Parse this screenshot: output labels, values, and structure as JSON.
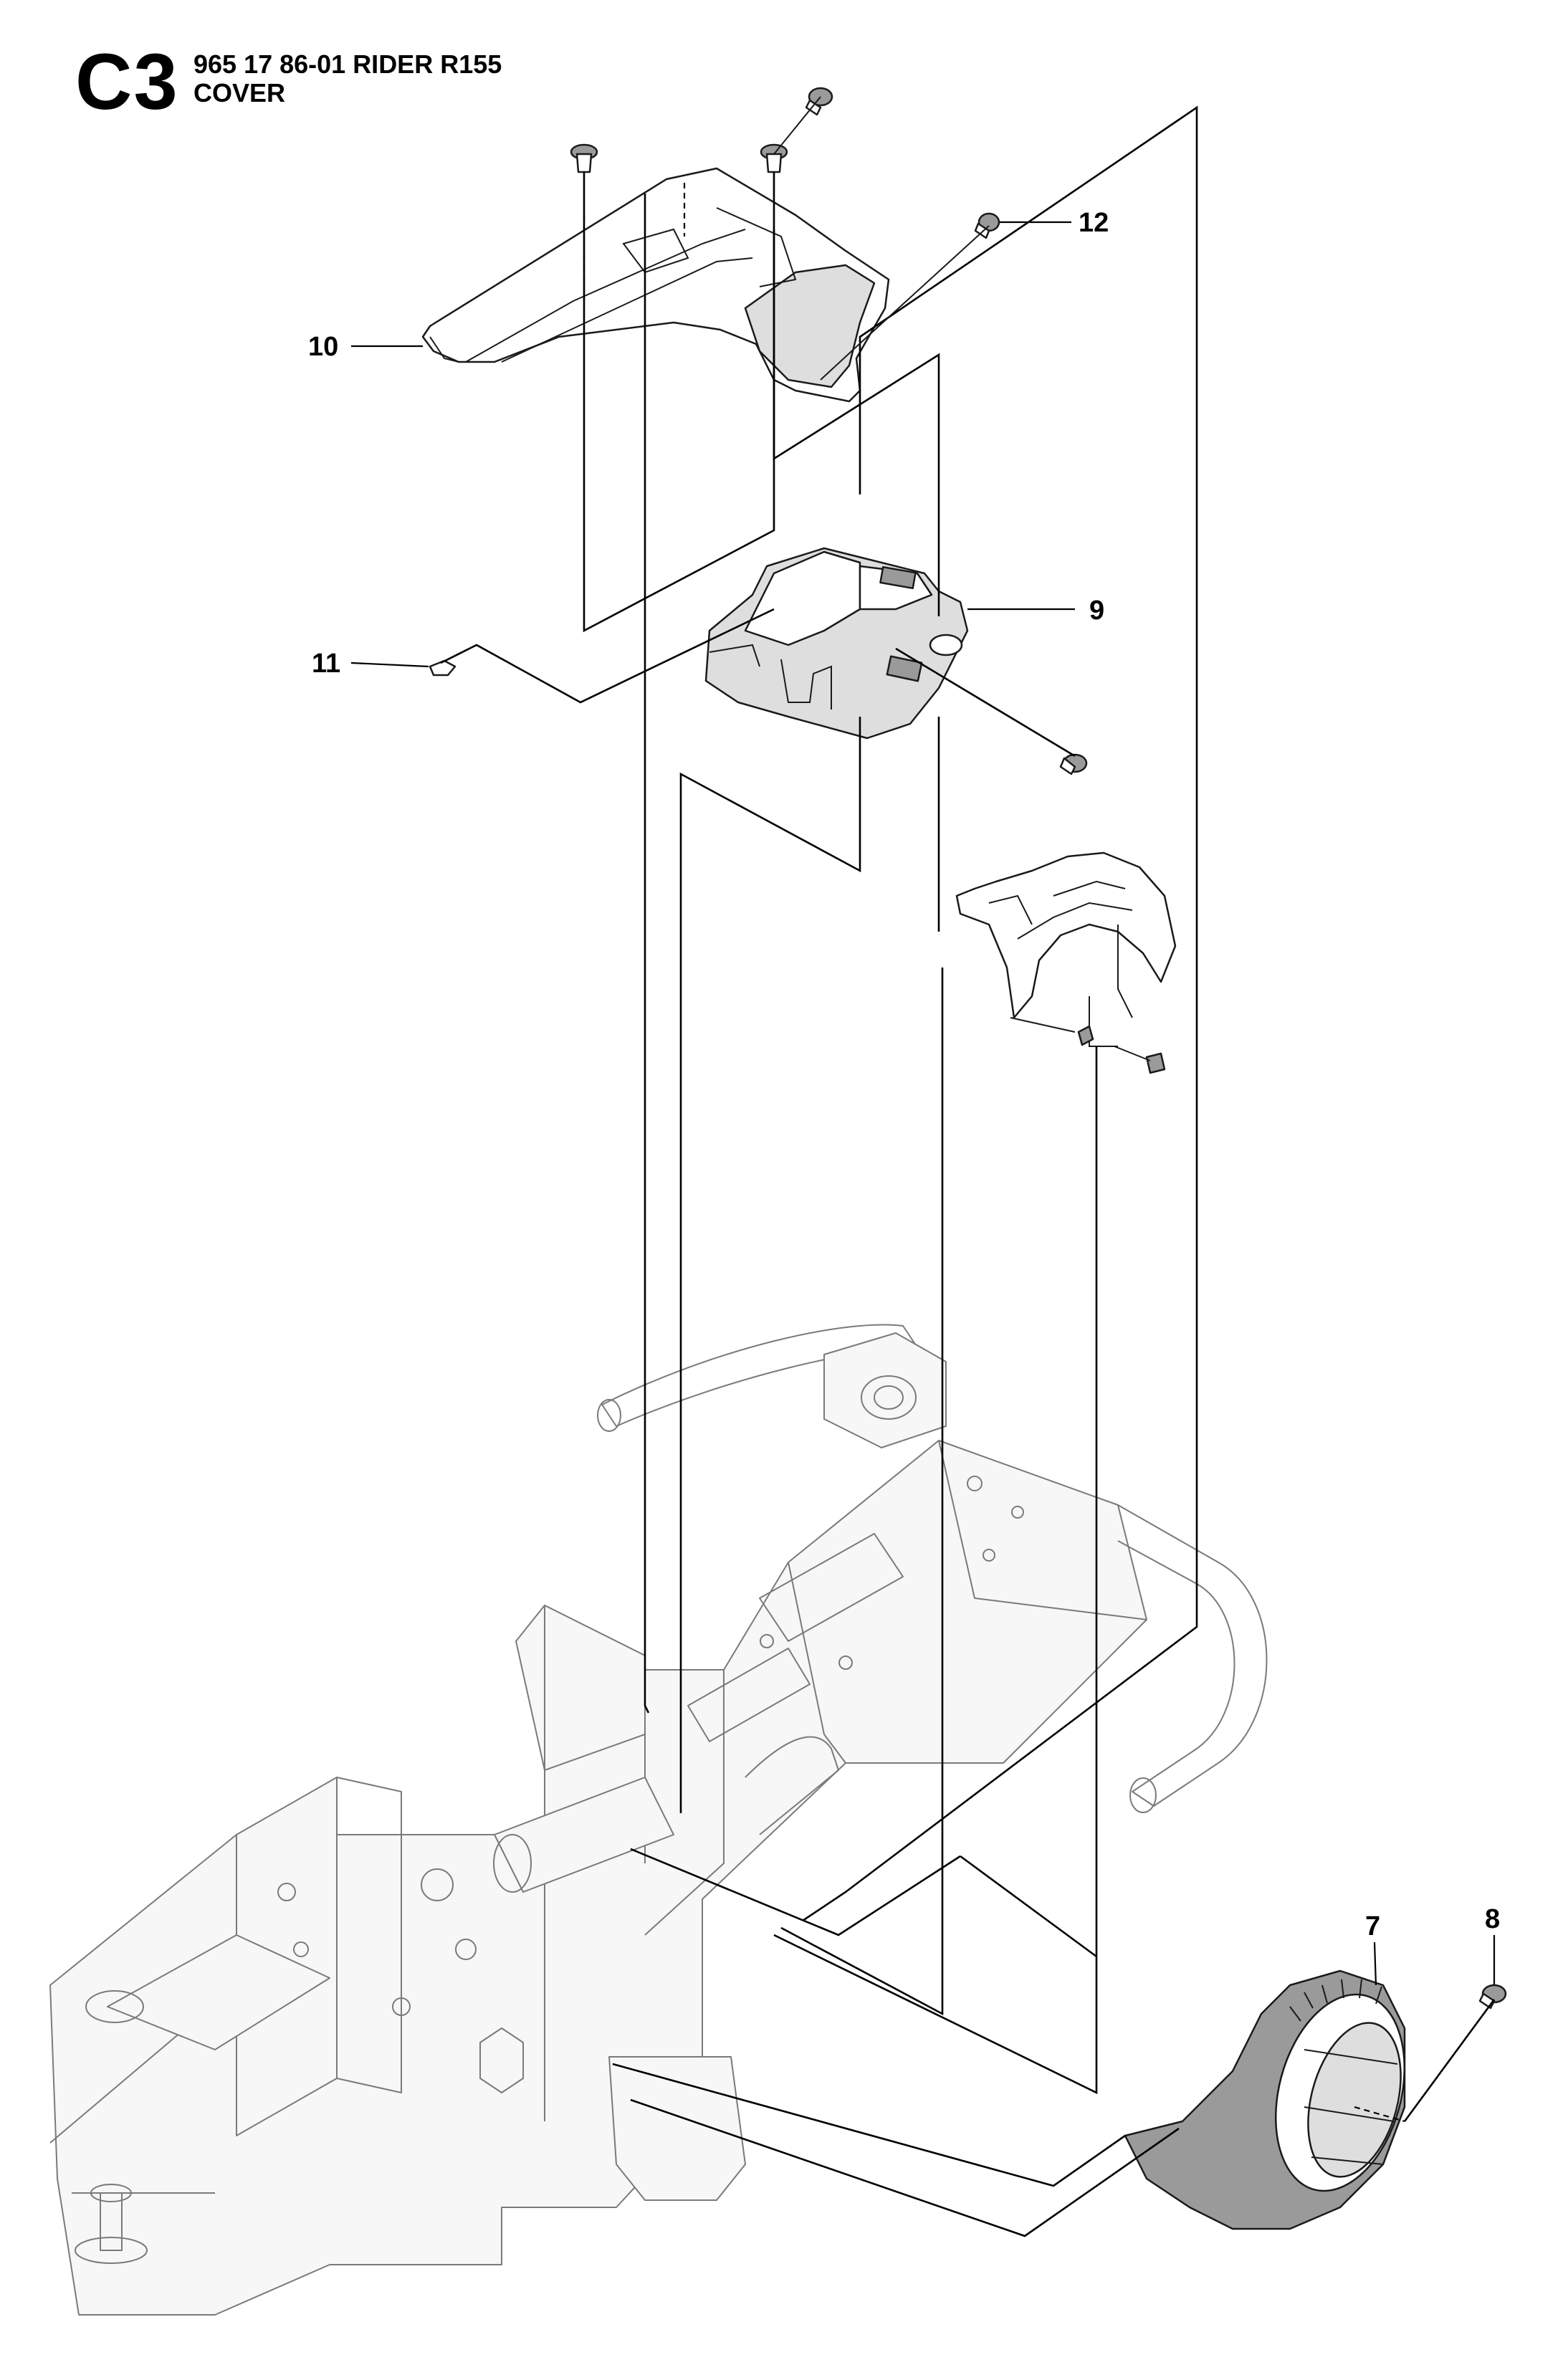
{
  "header": {
    "section_code": "C3",
    "model_line": "965 17 86-01 RIDER R155",
    "section_title": "COVER"
  },
  "callouts": [
    {
      "id": "10",
      "label": "10"
    },
    {
      "id": "12",
      "label": "12"
    },
    {
      "id": "9",
      "label": "9"
    },
    {
      "id": "11",
      "label": "11"
    },
    {
      "id": "7",
      "label": "7"
    },
    {
      "id": "8",
      "label": "8"
    }
  ],
  "colors": {
    "line": "#000000",
    "assembly_line": "#7a7a7a",
    "part_shade": "#dedede",
    "background": "#ffffff"
  }
}
